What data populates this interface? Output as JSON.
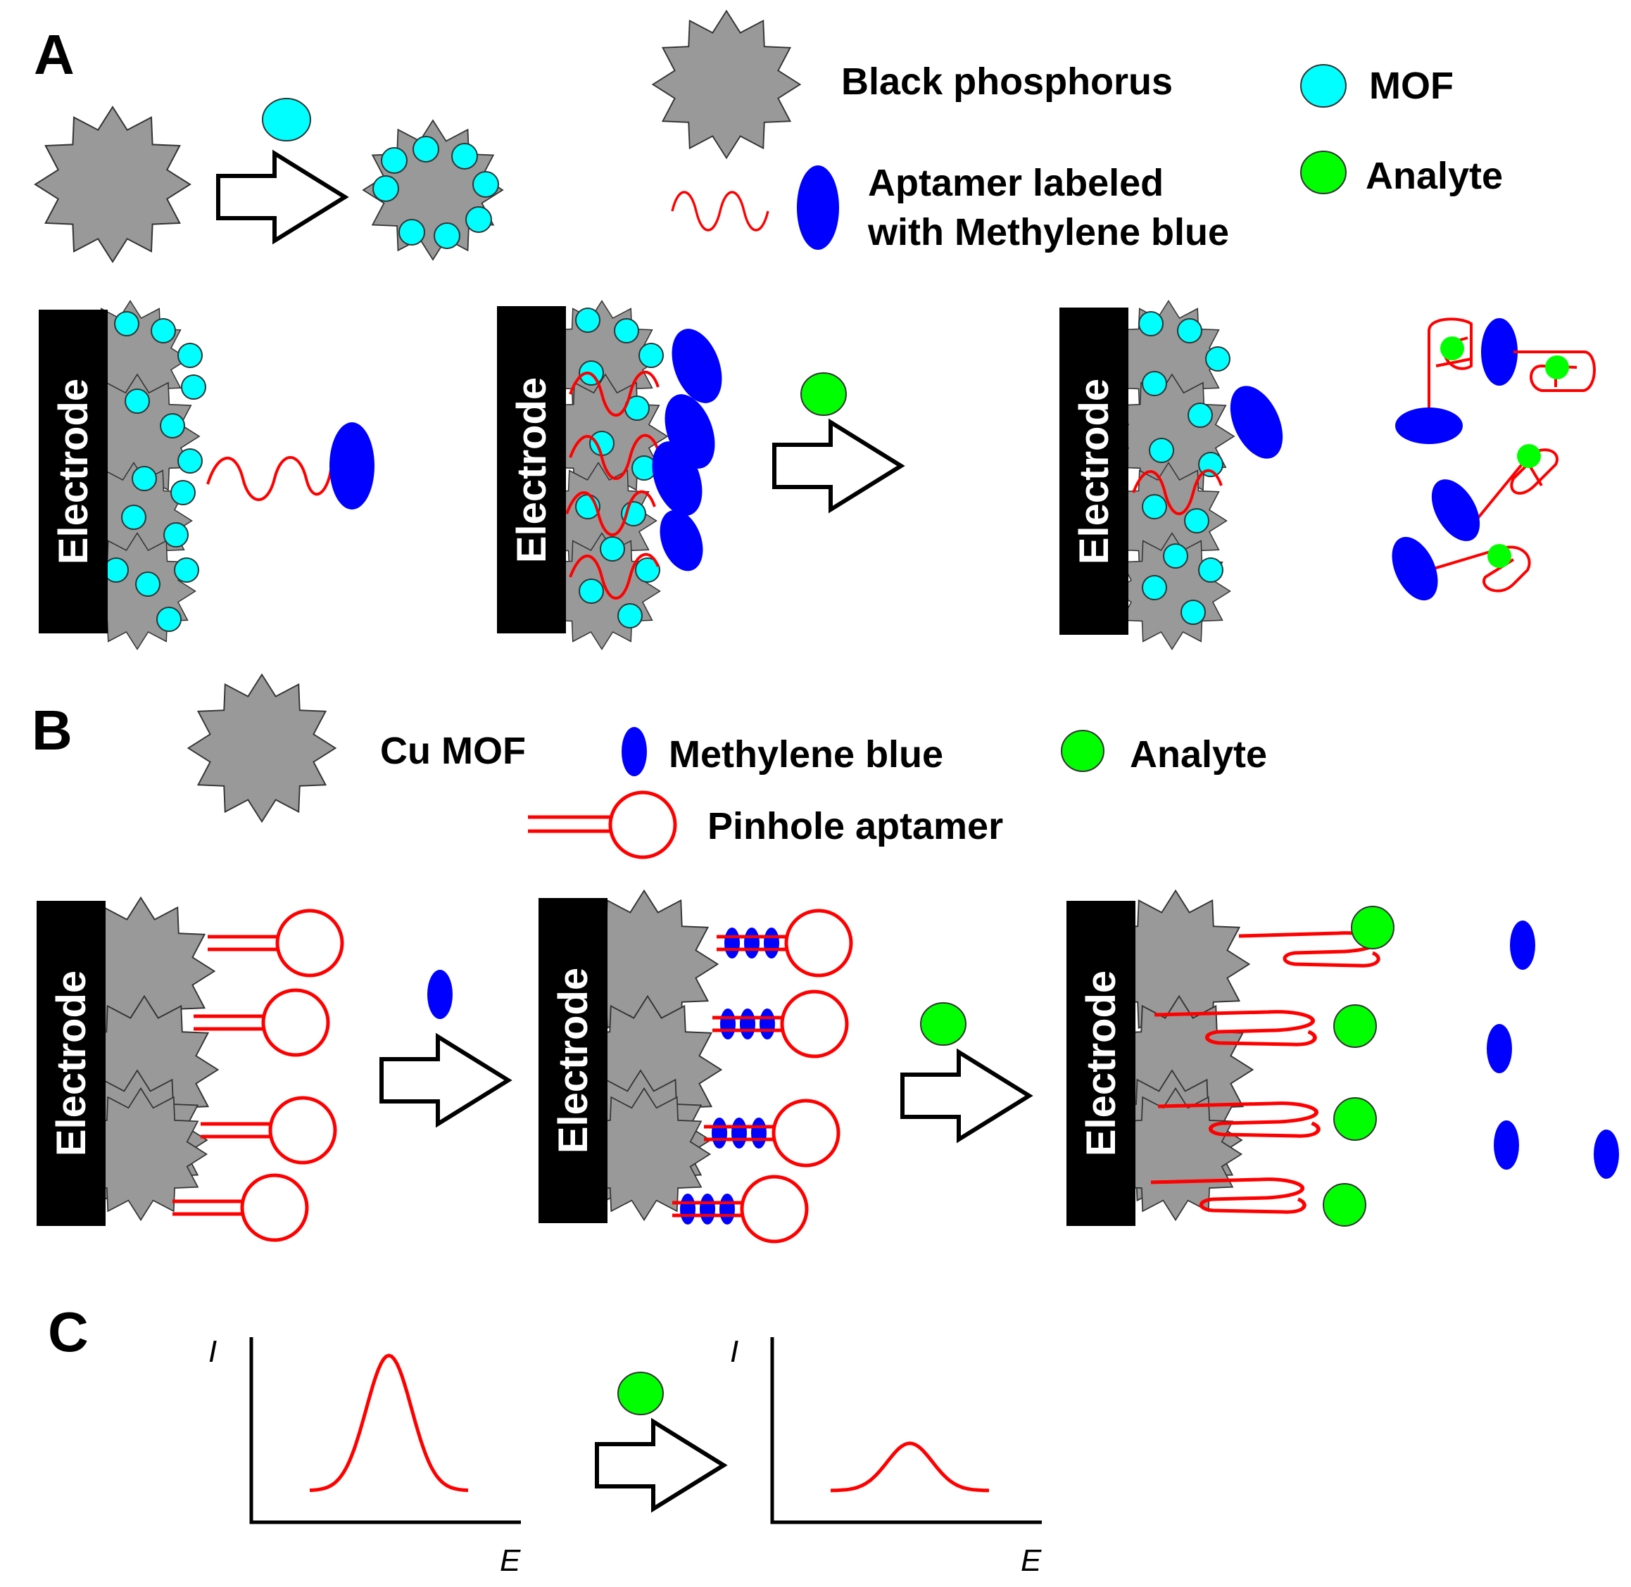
{
  "colors": {
    "black_phosphorus": "#999999",
    "mof": "#00ffff",
    "analyte": "#00ff00",
    "methylene_blue": "#0000ff",
    "aptamer": "#ff0000",
    "electrode": "#000000"
  },
  "panel_a": {
    "letter": "A",
    "legend": {
      "black_phosphorus": "Black phosphorus",
      "mof": "MOF",
      "aptamer_line1": "Aptamer labeled",
      "aptamer_line2": "with Methylene blue",
      "analyte": "Analyte"
    },
    "electrode_label": "Electrode"
  },
  "panel_b": {
    "letter": "B",
    "legend": {
      "cu_mof": "Cu MOF",
      "methylene_blue": "Methylene blue",
      "analyte": "Analyte",
      "pinhole_aptamer": "Pinhole aptamer"
    },
    "electrode_label": "Electrode"
  },
  "panel_c": {
    "letter": "C",
    "y_axis_label": "I",
    "x_axis_label": "E",
    "peak_before": 1.0,
    "peak_after": 0.35
  }
}
